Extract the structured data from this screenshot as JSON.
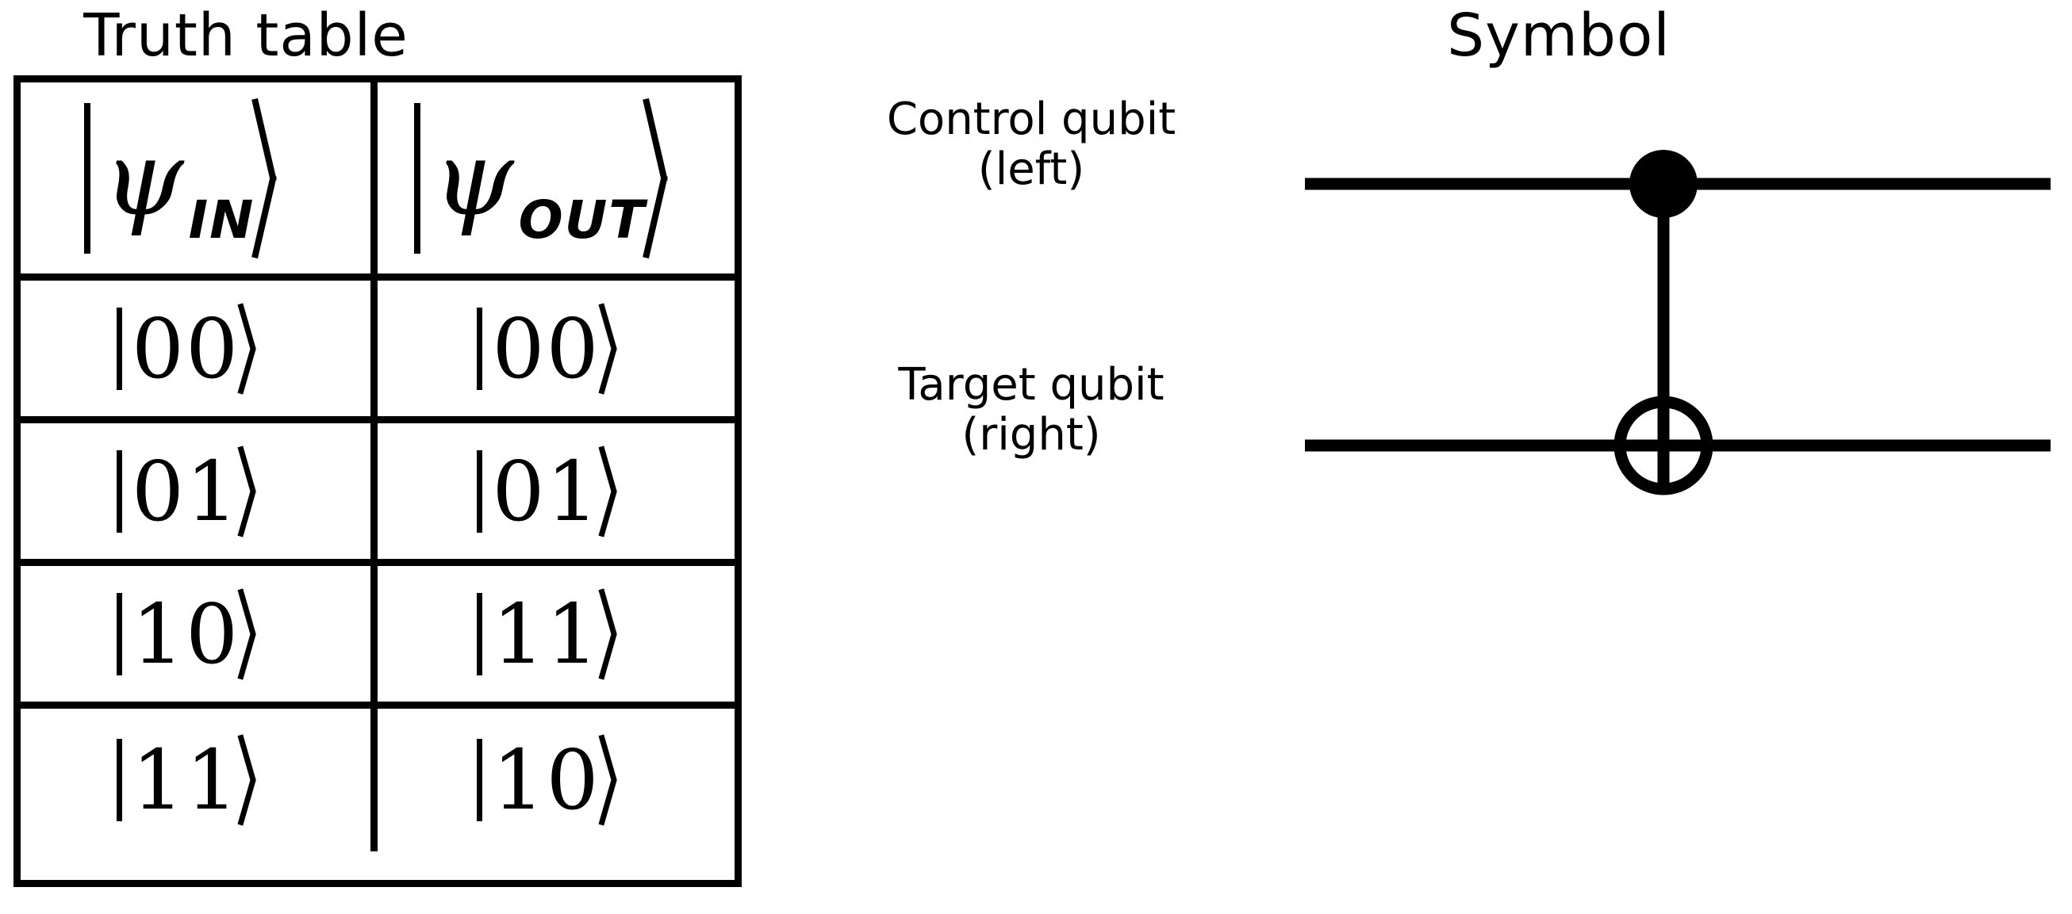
{
  "titles": {
    "truth_table": "Truth table",
    "symbol": "Symbol"
  },
  "truth_table": {
    "headers": [
      {
        "bra": "|",
        "psi": "ψ",
        "sub": "IN",
        "ket": "⟩",
        "full": "|ψ_IN⟩"
      },
      {
        "bra": "|",
        "psi": "ψ",
        "sub": "OUT",
        "ket": "⟩",
        "full": "|ψ_OUT⟩"
      }
    ],
    "rows": [
      {
        "in": "00",
        "out": "00"
      },
      {
        "in": "01",
        "out": "01"
      },
      {
        "in": "10",
        "out": "11"
      },
      {
        "in": "11",
        "out": "10"
      }
    ]
  },
  "symbol": {
    "control": {
      "line1": "Control qubit",
      "line2": "(left)"
    },
    "target": {
      "line1": "Target qubit",
      "line2": "(right)"
    },
    "gate_name": "cnot-gate",
    "stroke_color": "#000000"
  },
  "chart_data": {
    "type": "table",
    "title": "Truth table",
    "columns": [
      "|ψ_IN⟩",
      "|ψ_OUT⟩"
    ],
    "rows": [
      [
        "|00⟩",
        "|00⟩"
      ],
      [
        "|01⟩",
        "|01⟩"
      ],
      [
        "|10⟩",
        "|11⟩"
      ],
      [
        "|11⟩",
        "|10⟩"
      ]
    ]
  }
}
